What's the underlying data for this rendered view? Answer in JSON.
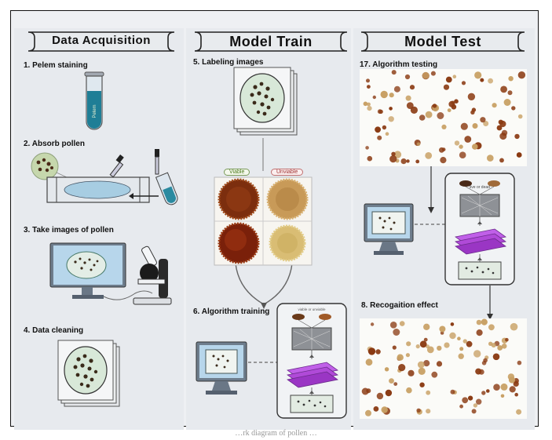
{
  "sections": [
    {
      "title": "Data Acquisition"
    },
    {
      "title": "Model Train"
    },
    {
      "title": "Model Test"
    }
  ],
  "steps": [
    "1. Pelem staining",
    "2. Absorb pollen",
    "3. Take images of pollen",
    "4. Data cleaning",
    "5. Labeling images",
    "6. Algorithm training",
    "17. Algorithm testing",
    "8. Recogaition effect"
  ],
  "labels": {
    "viable": "Viable",
    "unviable": "Unviable",
    "test_tube_text": "Pelem",
    "network_top_text": "live or dead"
  },
  "caption": "…rk diagram of pollen …",
  "colors": {
    "frame": "#111111",
    "panel": "#e7eaee",
    "pollen_dark": "#8a3a12",
    "pollen_light": "#c8a064",
    "network_purple": "#b04ad8",
    "network_gray": "#8e9196",
    "monitor": "#5d6b7a",
    "screen": "#a9cde6"
  }
}
